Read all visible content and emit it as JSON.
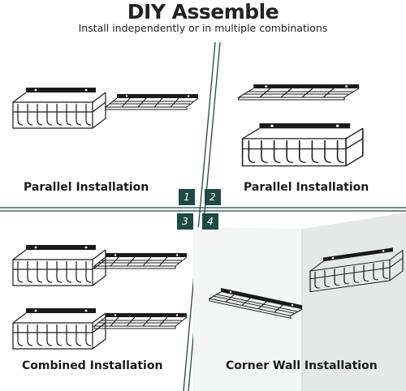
{
  "header": {
    "title": "DIY Assemble",
    "subtitle": "Install independently or in multiple combinations"
  },
  "panels": [
    {
      "number": "1",
      "caption": "Parallel Installation"
    },
    {
      "number": "2",
      "caption": "Parallel Installation"
    },
    {
      "number": "3",
      "caption": "Combined Installation"
    },
    {
      "number": "4",
      "caption": "Corner Wall Installation"
    }
  ],
  "colors": {
    "divider": "#1f4a45",
    "badge": "#1f4a45",
    "rack": "#1a1a1a",
    "corner_wall": "#eef0f0"
  },
  "icons": [
    "wire-rack-icon",
    "wire-shelf-icon",
    "corner-wall-icon"
  ]
}
